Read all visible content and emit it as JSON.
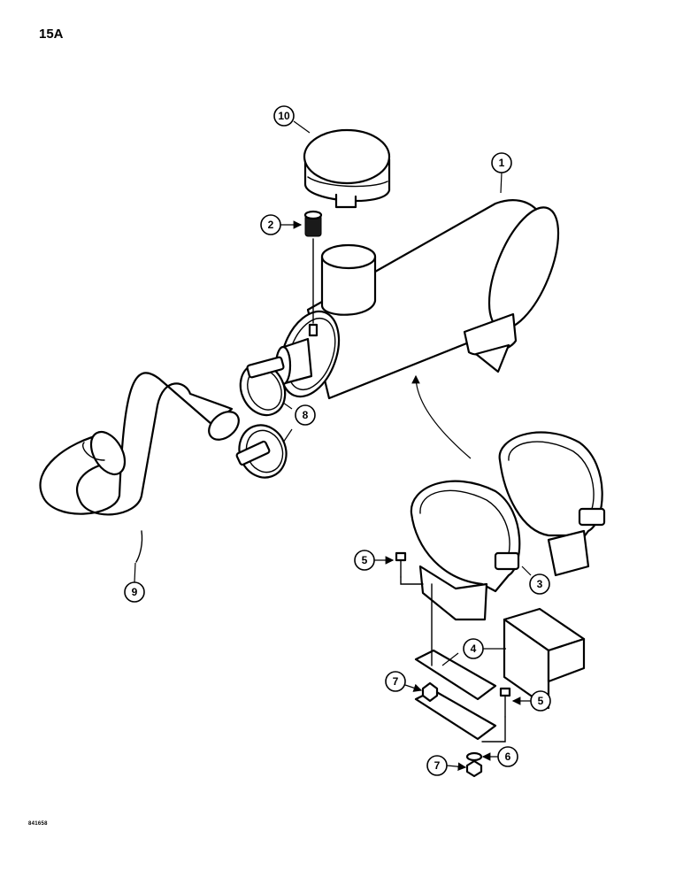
{
  "page_label": "15A",
  "figure_code": "841658",
  "callouts": {
    "c1": "1",
    "c2": "2",
    "c3": "3",
    "c4": "4",
    "c5a": "5",
    "c5b": "5",
    "c6": "6",
    "c7a": "7",
    "c7b": "7",
    "c8": "8",
    "c9": "9",
    "c10": "10"
  }
}
